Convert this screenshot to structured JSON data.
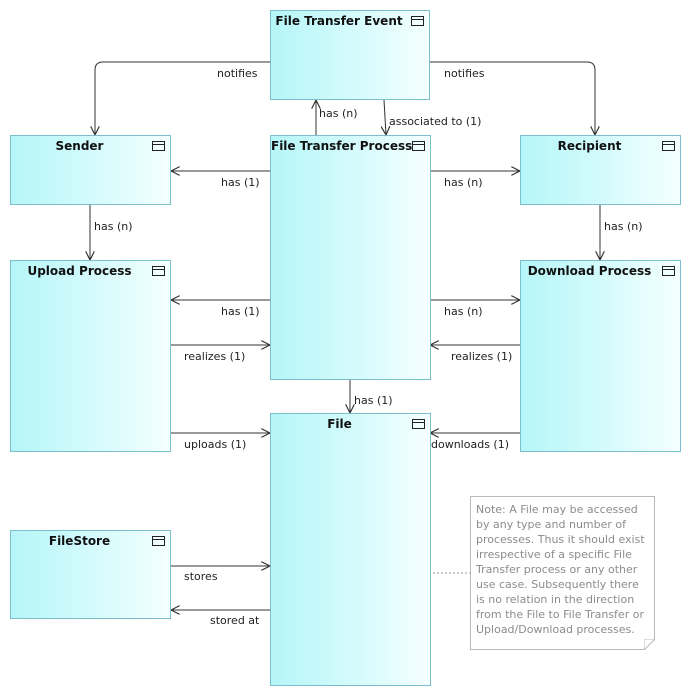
{
  "nodes": {
    "file_transfer_event": "File Transfer Event",
    "sender": "Sender",
    "file_transfer_process": "File Transfer Process",
    "recipient": "Recipient",
    "upload_process": "Upload Process",
    "download_process": "Download Process",
    "file": "File",
    "filestore": "FileStore"
  },
  "relations": {
    "event_notifies_sender": "notifies",
    "event_notifies_recipient": "notifies",
    "process_has_event": "has (n)",
    "event_associated_process": "associated to (1)",
    "process_has_sender": "has (1)",
    "process_has_recipient": "has (n)",
    "sender_has_upload": "has (n)",
    "recipient_has_download": "has (n)",
    "process_has_upload": "has (1)",
    "process_has_download": "has (n)",
    "upload_realizes_process": "realizes (1)",
    "download_realizes_process": "realizes (1)",
    "process_has_file": "has (1)",
    "upload_uploads_file": "uploads (1)",
    "download_downloads_file": "downloads (1)",
    "filestore_stores_file": "stores",
    "file_stored_at_filestore": "stored at"
  },
  "note": {
    "text": "Note: A File may be accessed by any type and number of processes. Thus it should exist irrespective of a specific File Transfer process or any other use case. Subsequently there is no relation in the direction from the File to File Transfer or Upload/Download processes."
  }
}
